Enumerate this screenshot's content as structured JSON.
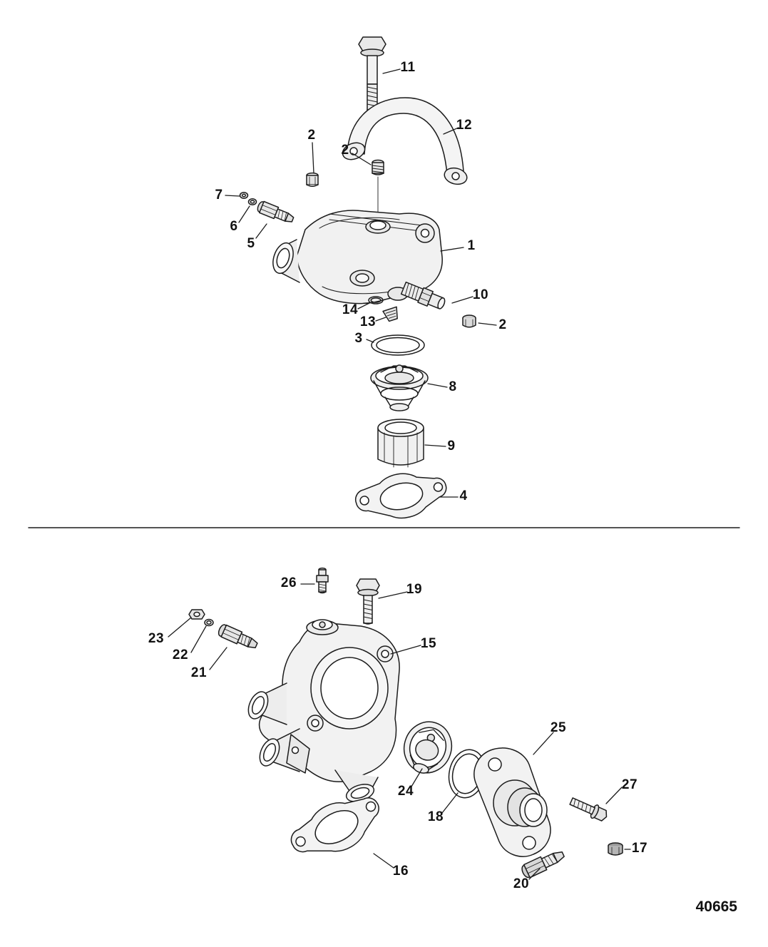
{
  "figure": {
    "drawing_number": "40665"
  },
  "top_view": {
    "callouts": [
      {
        "label": "11"
      },
      {
        "label": "12"
      },
      {
        "label": "2"
      },
      {
        "label": "2"
      },
      {
        "label": "7"
      },
      {
        "label": "6"
      },
      {
        "label": "5"
      },
      {
        "label": "1"
      },
      {
        "label": "10"
      },
      {
        "label": "14"
      },
      {
        "label": "13"
      },
      {
        "label": "2"
      },
      {
        "label": "3"
      },
      {
        "label": "8"
      },
      {
        "label": "9"
      },
      {
        "label": "4"
      }
    ]
  },
  "bottom_view": {
    "callouts": [
      {
        "label": "26"
      },
      {
        "label": "19"
      },
      {
        "label": "23"
      },
      {
        "label": "22"
      },
      {
        "label": "21"
      },
      {
        "label": "15"
      },
      {
        "label": "24"
      },
      {
        "label": "18"
      },
      {
        "label": "25"
      },
      {
        "label": "27"
      },
      {
        "label": "17"
      },
      {
        "label": "20"
      },
      {
        "label": "16"
      }
    ]
  }
}
